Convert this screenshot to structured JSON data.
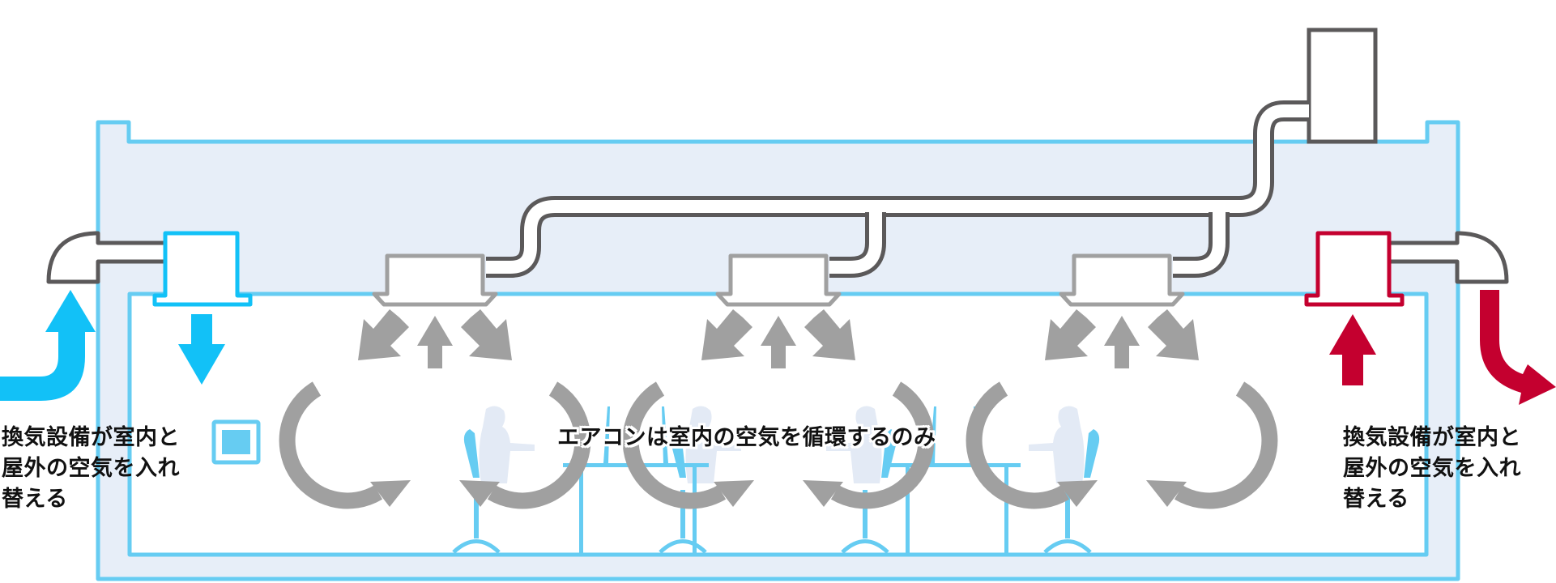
{
  "diagram": {
    "title": "Ventilation vs air-conditioner circulation",
    "labels": {
      "left_ventilation": [
        "換気設備が室内と",
        "屋外の空気を入れ",
        "替える"
      ],
      "right_ventilation": [
        "換気設備が室内と",
        "屋外の空気を入れ",
        "替える"
      ],
      "aircon": "エアコンは室内の空気を循環するのみ"
    },
    "components": {
      "intake_unit": "supply-ventilation-unit",
      "exhaust_unit": "exhaust-ventilation-unit",
      "aircon_units": [
        "aircon-unit-1",
        "aircon-unit-2",
        "aircon-unit-3"
      ],
      "outdoor_unit": "outdoor-unit"
    },
    "colors": {
      "building_outline": "#66CCF2",
      "building_fill": "#E7EEF8",
      "intake": "#12C1F7",
      "exhaust": "#C4002F",
      "duct": "#5B595A",
      "aircon": "#A0A0A0",
      "furniture": "#66CCF2",
      "person": "#E3EAF5"
    }
  }
}
